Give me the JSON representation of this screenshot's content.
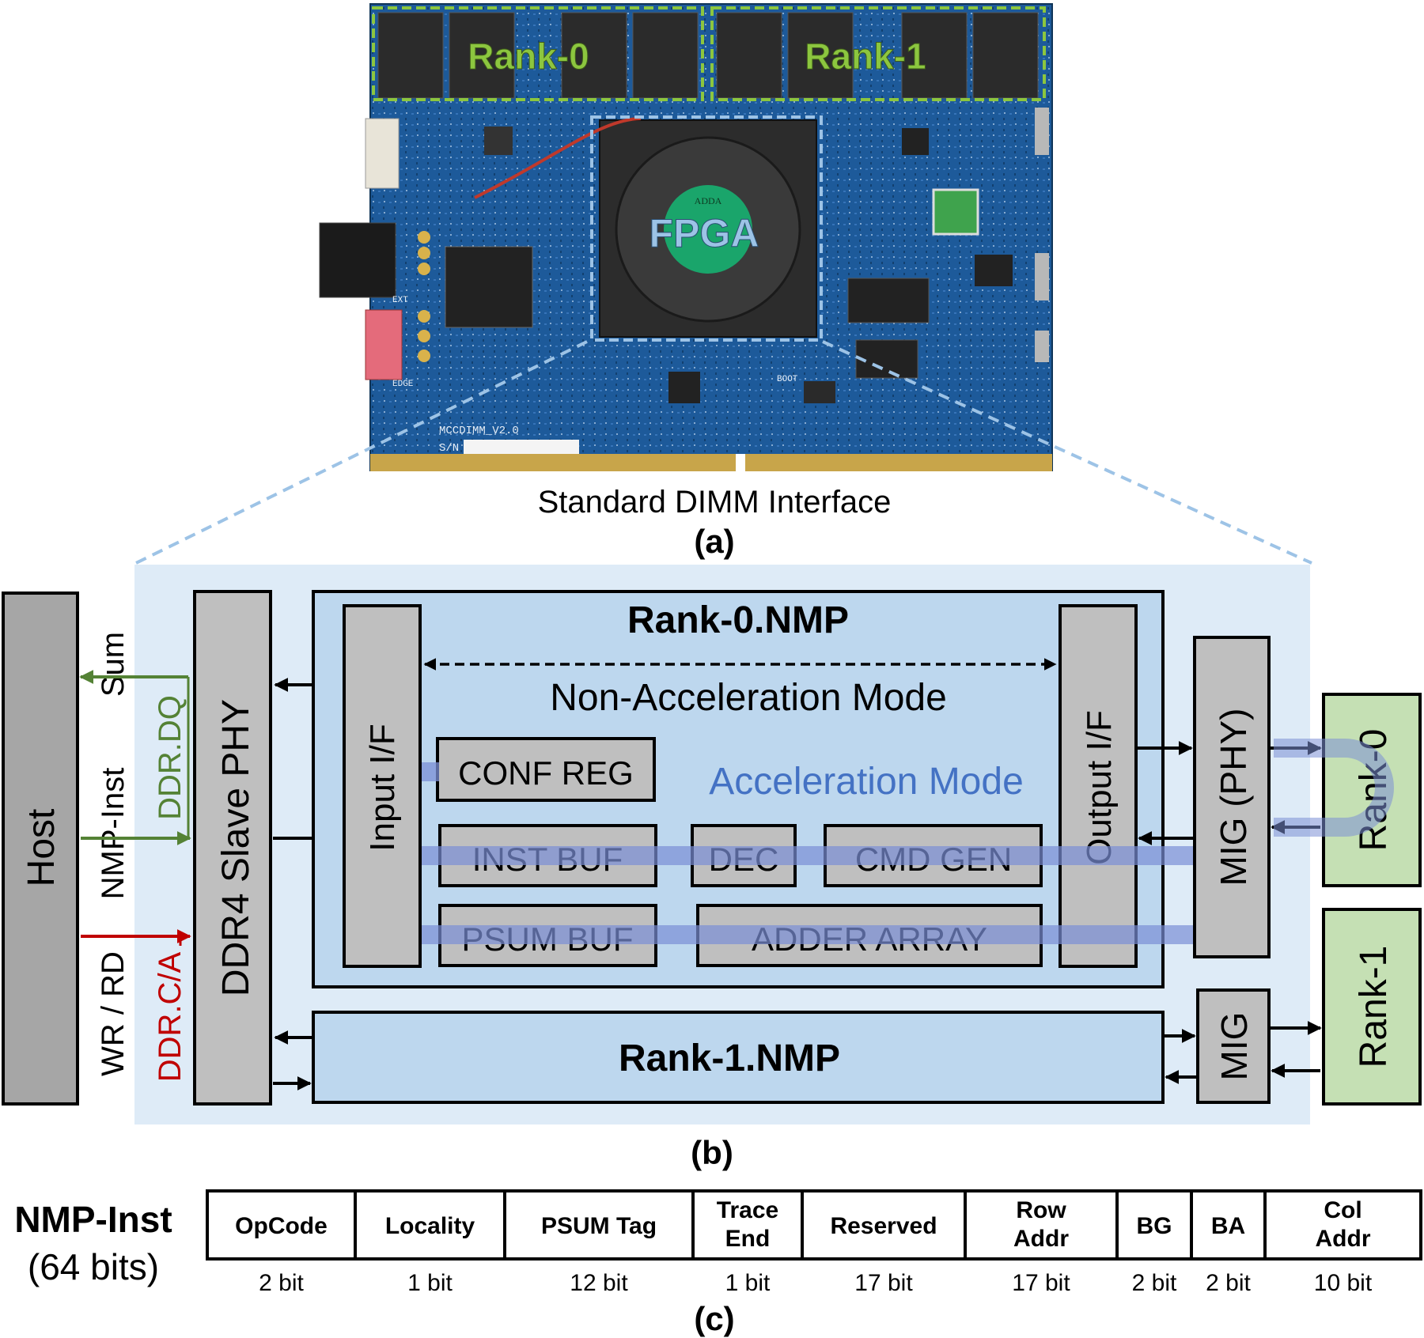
{
  "photo": {
    "rank0_label": "Rank-0",
    "rank1_label": "Rank-1",
    "fpga_label": "FPGA",
    "silkscreen_board": "MCCDIMM_V2.0",
    "silkscreen_sn": "S/N",
    "silkscreen_ext": "EXT",
    "silkscreen_edge": "EDGE",
    "silkscreen_boot": "BOOT",
    "fan_brand": "ADDA",
    "caption": "Standard DIMM Interface",
    "panel_label": "(a)"
  },
  "block": {
    "host": "Host",
    "sum": "Sum",
    "ddr_dq": "DDR.DQ",
    "nmp_inst": "NMP-Inst",
    "wr_rd": "WR / RD",
    "ddr_ca": "DDR.C/A",
    "ddr4_phy": "DDR4 Slave PHY",
    "rank0_nmp": "Rank-0.NMP",
    "input_if": "Input I/F",
    "output_if": "Output I/F",
    "non_accel_mode": "Non-Acceleration Mode",
    "accel_mode": "Acceleration Mode",
    "conf_reg": "CONF REG",
    "inst_buf": "INST BUF",
    "dec": "DEC",
    "cmd_gen": "CMD GEN",
    "psum_buf": "PSUM BUF",
    "adder_array": "ADDER ARRAY",
    "mig_phy": "MIG (PHY)",
    "mig": "MIG",
    "rank0": "Rank-0",
    "rank1": "Rank-1",
    "rank1_nmp": "Rank-1.NMP",
    "panel_label": "(b)"
  },
  "inst": {
    "title": "NMP-Inst",
    "subtitle": "(64 bits)",
    "fields": [
      {
        "line1": "OpCode",
        "line2": "",
        "bits": "2 bit"
      },
      {
        "line1": "Locality",
        "line2": "",
        "bits": "1 bit"
      },
      {
        "line1": "PSUM Tag",
        "line2": "",
        "bits": "12 bit"
      },
      {
        "line1": "Trace",
        "line2": "End",
        "bits": "1 bit"
      },
      {
        "line1": "Reserved",
        "line2": "",
        "bits": "17 bit"
      },
      {
        "line1": "Row",
        "line2": "Addr",
        "bits": "17 bit"
      },
      {
        "line1": "BG",
        "line2": "",
        "bits": "2 bit"
      },
      {
        "line1": "BA",
        "line2": "",
        "bits": "2 bit"
      },
      {
        "line1": "Col",
        "line2": "Addr",
        "bits": "10 bit"
      }
    ],
    "panel_label": "(c)"
  },
  "colors": {
    "green_label": "#8cc63f",
    "fpga_label": "#9cc3e6",
    "blue_dash": "#9dc3e6",
    "panel_bg": "#deebf7",
    "nmp_bg": "#bdd7ee",
    "gray_box": "#bfbfbf",
    "host_gray": "#a6a6a6",
    "rank_green": "#c5e0b4",
    "accel_blue": "#4472c4",
    "data_path": "#7b8fd6",
    "dq_green": "#548235",
    "ca_red": "#c00000",
    "pcb_blue": "#1f4e79"
  }
}
